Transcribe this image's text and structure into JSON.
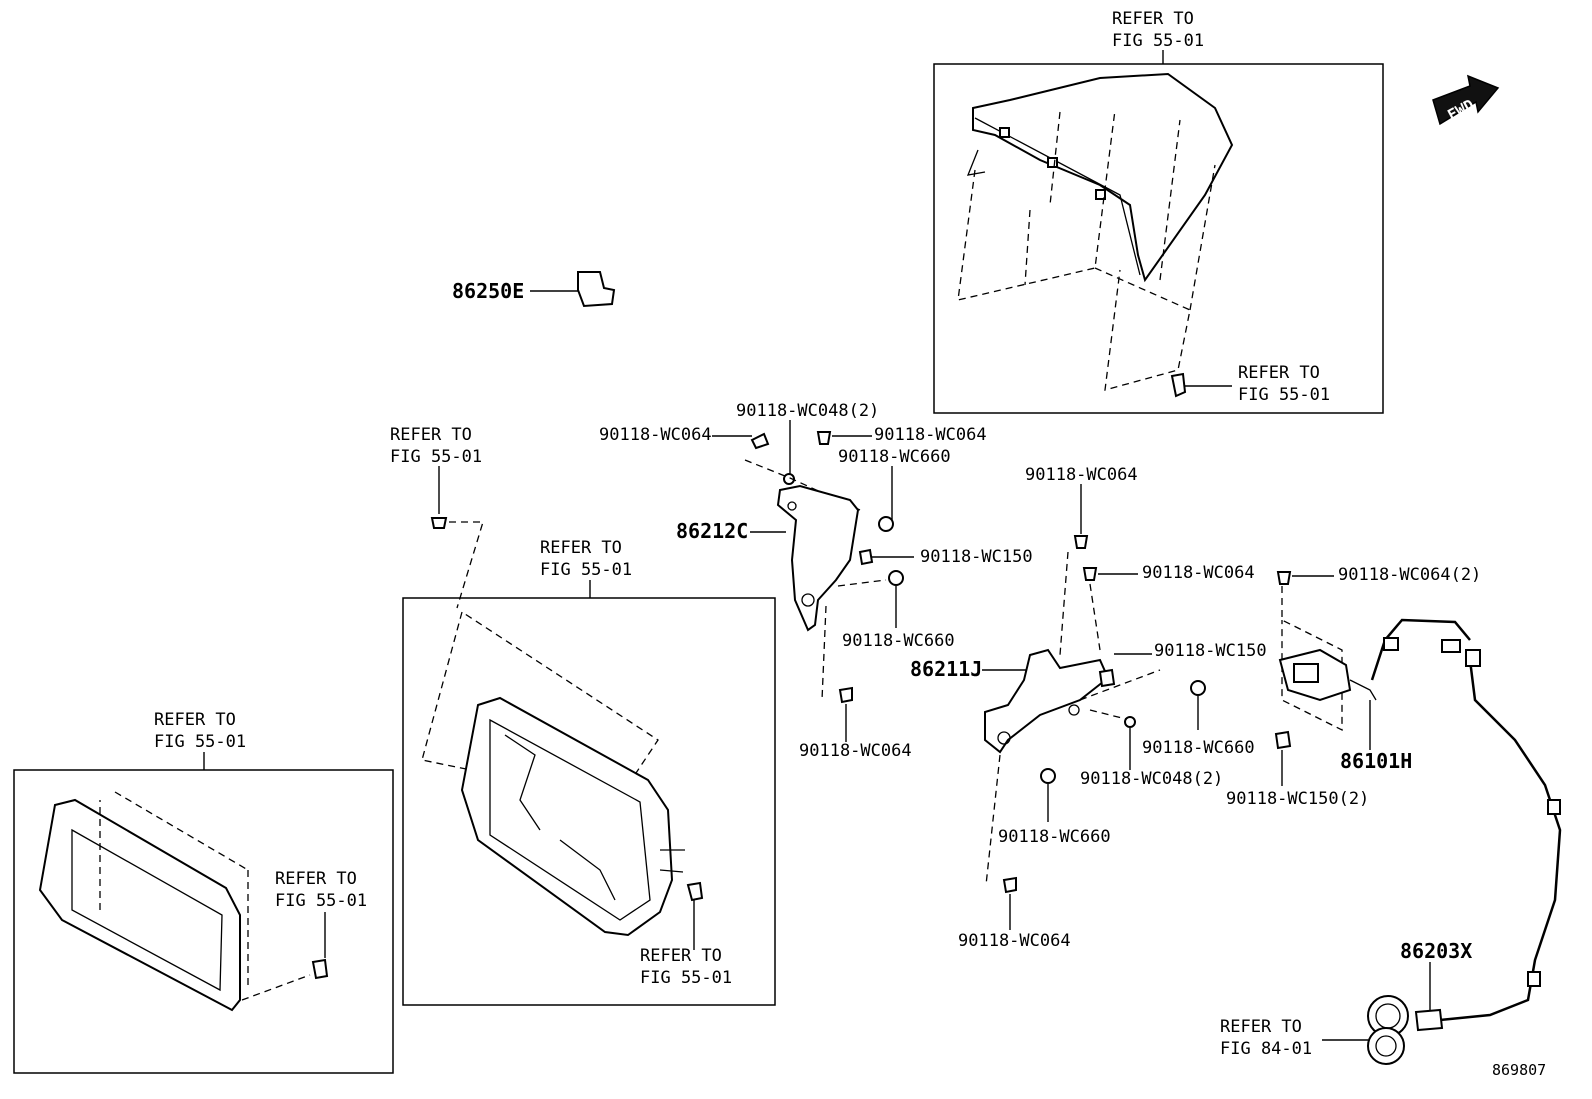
{
  "refer_fig_55_01": [
    "REFER TO",
    "FIG 55-01"
  ],
  "refer_fig_84_01": [
    "REFER TO",
    "FIG 84-01"
  ],
  "parts": {
    "p86250E": "86250E",
    "p86212C": "86212C",
    "p86211J": "86211J",
    "p86101H": "86101H",
    "p86203X": "86203X"
  },
  "fasteners": {
    "wc064": "90118-WC064",
    "wc064_2": "90118-WC064(2)",
    "wc048_2": "90118-WC048(2)",
    "wc660": "90118-WC660",
    "wc150": "90118-WC150",
    "wc150_2": "90118-WC150(2)"
  },
  "fwd_label": "FWD",
  "diagram_id": "869807"
}
